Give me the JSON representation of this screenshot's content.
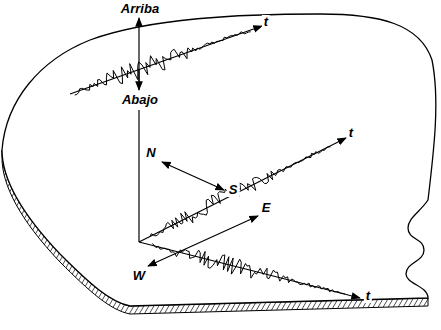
{
  "diagram": {
    "labels": [
      "Arriba",
      "Abajo",
      "N",
      "S",
      "E",
      "W",
      "t",
      "t",
      "t"
    ]
  }
}
